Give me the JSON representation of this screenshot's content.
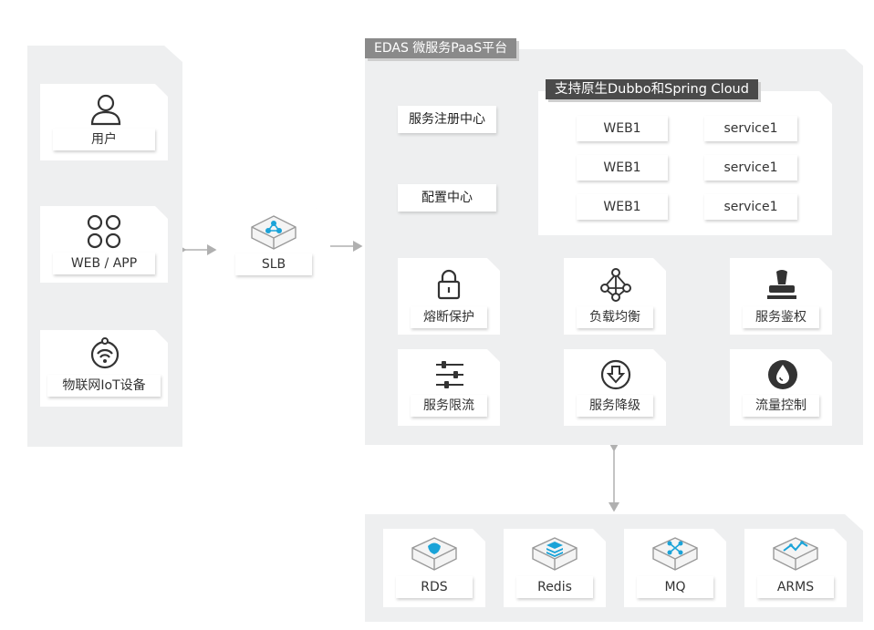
{
  "platform": {
    "title": "EDAS 微服务PaaS平台"
  },
  "clients": [
    {
      "label": "用户",
      "icon": "user-icon"
    },
    {
      "label": "WEB / APP",
      "icon": "app-grid-icon"
    },
    {
      "label": "物联网IoT设备",
      "icon": "iot-device-icon"
    }
  ],
  "slb": {
    "label": "SLB",
    "icon": "load-balancer-icon"
  },
  "framework": {
    "title": "支持原生Dubbo和Spring Cloud",
    "rows": [
      [
        "WEB1",
        "service1"
      ],
      [
        "WEB1",
        "service1"
      ],
      [
        "WEB1",
        "service1"
      ]
    ]
  },
  "side_services": [
    "服务注册中心",
    "配置中心"
  ],
  "features": [
    {
      "label": "熔断保护",
      "icon": "lock-icon"
    },
    {
      "label": "负载均衡",
      "icon": "network-nodes-icon"
    },
    {
      "label": "服务鉴权",
      "icon": "stamp-icon"
    },
    {
      "label": "服务限流",
      "icon": "sliders-icon"
    },
    {
      "label": "服务降级",
      "icon": "download-circle-icon"
    },
    {
      "label": "流量控制",
      "icon": "water-drop-icon"
    }
  ],
  "backends": [
    {
      "label": "RDS",
      "icon": "database-cube-icon"
    },
    {
      "label": "Redis",
      "icon": "redis-cube-icon"
    },
    {
      "label": "MQ",
      "icon": "message-queue-cube-icon"
    },
    {
      "label": "ARMS",
      "icon": "monitor-cube-icon"
    }
  ],
  "colors": {
    "panel": "#eeeff0",
    "title_tag": "#8a8a8a",
    "framework_tag": "#4a4a4a",
    "arrow": "#b0b0b0",
    "accent": "#1aa3d8"
  }
}
